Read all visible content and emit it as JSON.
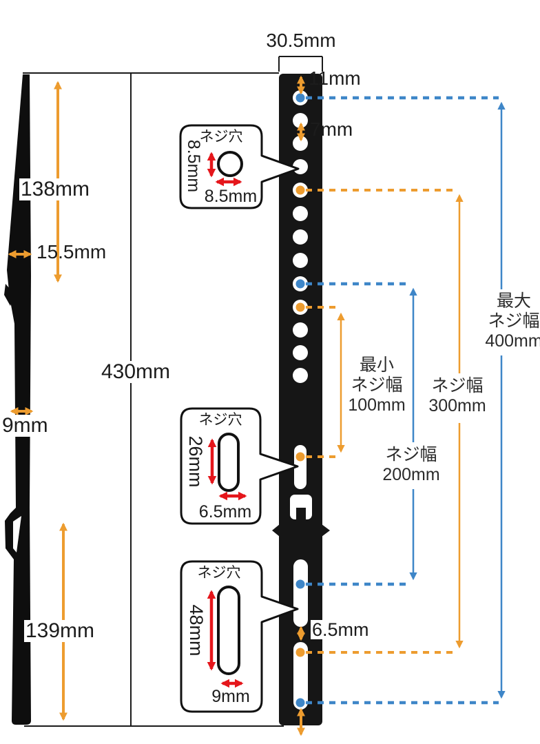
{
  "side_view": {
    "height_top": "138mm",
    "thickness_top": "15.5mm",
    "total_height": "430mm",
    "thickness_mid": "9mm",
    "height_bottom": "139mm"
  },
  "front_view": {
    "width": "30.5mm",
    "top_offset": "11mm",
    "hole_gap": "7mm",
    "slot_gap": "6.5mm"
  },
  "callouts": [
    {
      "title": "ネジ穴",
      "height": "8.5mm",
      "width": "8.5mm"
    },
    {
      "title": "ネジ穴",
      "height": "26mm",
      "width": "6.5mm"
    },
    {
      "title": "ネジ穴",
      "height": "48mm",
      "width": "9mm"
    }
  ],
  "screw_widths": {
    "min": {
      "line1": "最小",
      "line2": "ネジ幅",
      "line3": "100mm"
    },
    "w200": {
      "line1": "ネジ幅",
      "line2": "200mm"
    },
    "w300": {
      "line1": "ネジ幅",
      "line2": "300mm"
    },
    "max": {
      "line1": "最大",
      "line2": "ネジ幅",
      "line3": "400mm"
    }
  },
  "colors": {
    "orange": "#ED9C2F",
    "blue": "#3E86C8",
    "red": "#E5161B",
    "bracket_black": "#161616"
  }
}
